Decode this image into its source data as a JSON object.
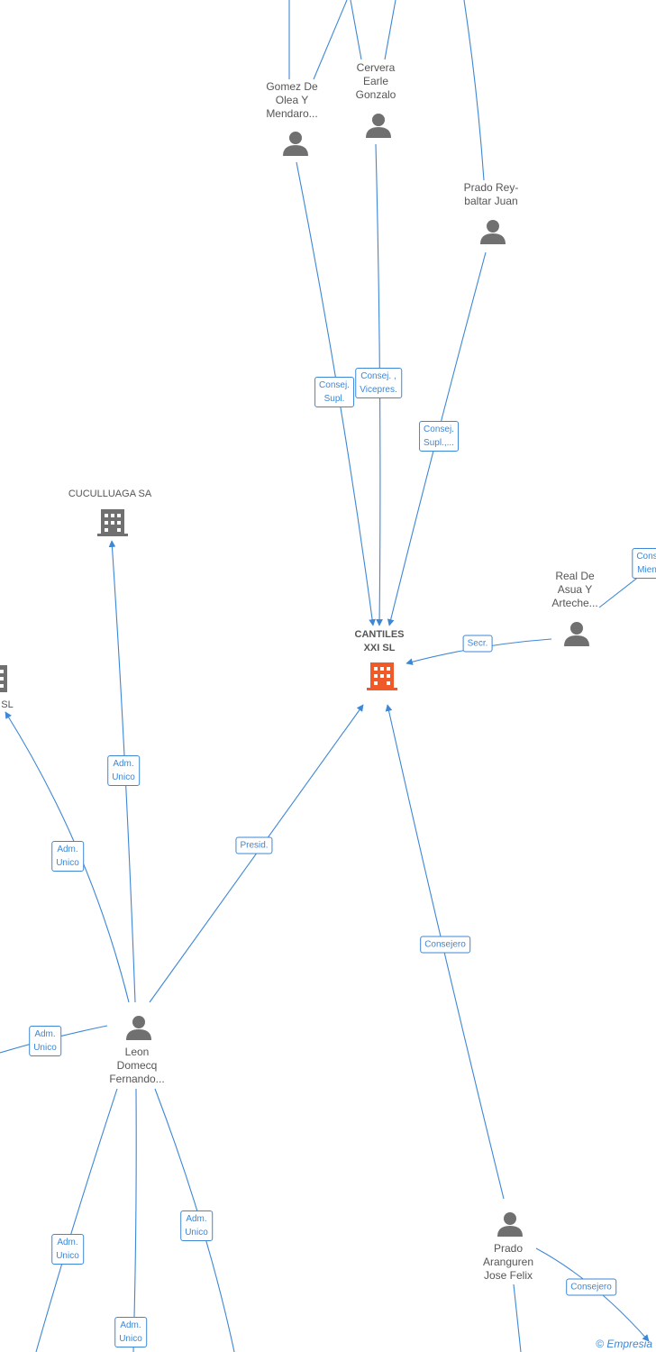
{
  "colors": {
    "edge": "#3d87d6",
    "person": "#707070",
    "company": "#707070",
    "focus": "#f05a28"
  },
  "nodes": {
    "cantiles": {
      "label": "CANTILES\nXXI SL",
      "icon": "building-icon"
    },
    "cuculluaga": {
      "label": "CUCULLUAGA SA",
      "icon": "building-icon"
    },
    "partial_company": {
      "label": "SL",
      "icon": "building-icon"
    },
    "gomez": {
      "label": "Gomez De\nOlea Y\nMendaro...",
      "icon": "person-icon"
    },
    "cervera": {
      "label": "Cervera\nEarle\nGonzalo",
      "icon": "person-icon"
    },
    "prado_rey": {
      "label": "Prado Rey-\nbaltar Juan",
      "icon": "person-icon"
    },
    "real": {
      "label": "Real De\nAsua Y\nArteche...",
      "icon": "person-icon"
    },
    "leon": {
      "label": "Leon\nDomecq\nFernando...",
      "icon": "person-icon"
    },
    "prado_aranguren": {
      "label": "Prado\nAranguren\nJose Felix",
      "icon": "person-icon"
    }
  },
  "roles": {
    "consej_supl": "Consej.\nSupl.",
    "consej_vicepres": "Consej. ,\nVicepres.",
    "consej_supl_etc": "Consej.\nSupl.,...",
    "secr": "Secr.",
    "consej_mie": "Cons\nMien",
    "presid": "Presid.",
    "consejero_main": "Consejero",
    "consejero_right": "Consejero",
    "adm_cuculluaga": "Adm.\nUnico",
    "adm_partial": "Adm.\nUnico",
    "adm_left": "Adm.\nUnico",
    "adm_bl": "Adm.\nUnico",
    "adm_bm": "Adm.\nUnico",
    "adm_br": "Adm.\nUnico"
  },
  "footer": {
    "copyright": "©",
    "brand": "Empresia"
  }
}
